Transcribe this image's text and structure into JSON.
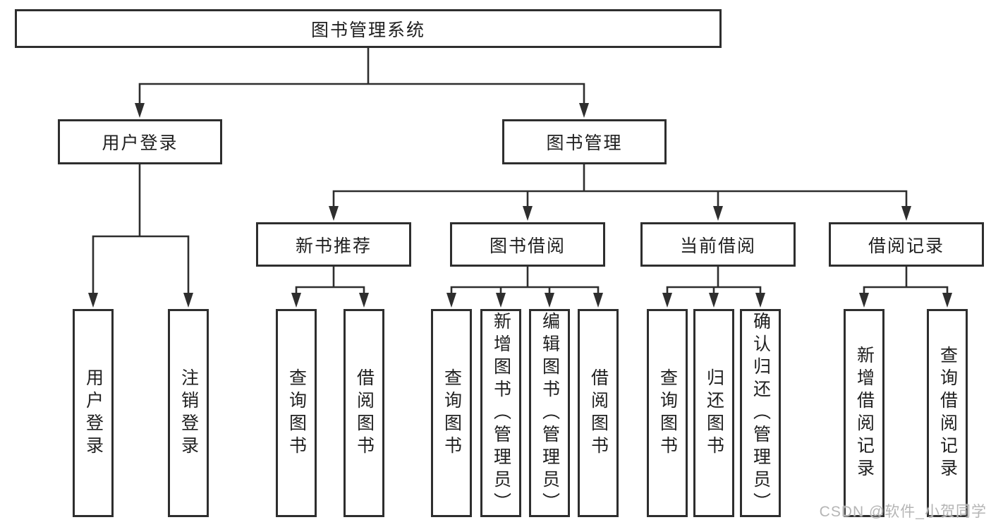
{
  "diagram": {
    "root_label": "图书管理系统",
    "l2": {
      "user": "用户登录",
      "book": "图书管理"
    },
    "l3": {
      "newbook": "新书推荐",
      "borrow": "图书借阅",
      "current": "当前借阅",
      "records": "借阅记录"
    },
    "l4": {
      "user_login": "用户登录",
      "user_logout": "注销登录",
      "newbook_query": "查询图书",
      "newbook_borrow": "借阅图书",
      "borrow_query": "查询图书",
      "borrow_add": "新增图书（管理员）",
      "borrow_edit": "编辑图书（管理员）",
      "borrow_borrow": "借阅图书",
      "current_query": "查询图书",
      "current_return": "归还图书",
      "current_confirm": "确认归还（管理员）",
      "records_add": "新增借阅记录",
      "records_query": "查询借阅记录"
    },
    "watermark": "CSDN @软件_小贺同学",
    "colors": {
      "line": "#2e2e2e",
      "text": "#1f1f1f",
      "watermark": "#b5b5b5"
    }
  }
}
